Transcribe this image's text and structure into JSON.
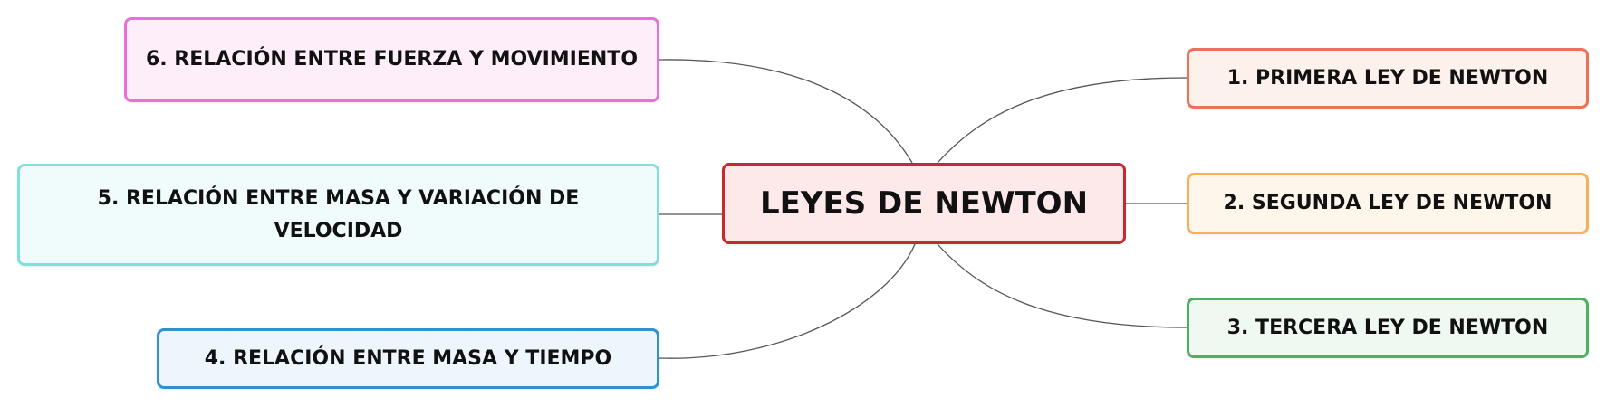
{
  "diagram": {
    "center": {
      "label": "LEYES DE NEWTON",
      "border": "#c8282f",
      "fill": "#fde9e9"
    },
    "nodes": [
      {
        "id": "primera",
        "label": "1. PRIMERA LEY DE NEWTON",
        "border": "#e8735a",
        "fill": "#fdf1ec"
      },
      {
        "id": "segunda",
        "label": "2. SEGUNDA LEY DE NEWTON",
        "border": "#f3b15c",
        "fill": "#fef6ea"
      },
      {
        "id": "tercera",
        "label": "3. TERCERA LEY DE NEWTON",
        "border": "#4caf63",
        "fill": "#eff8f1"
      },
      {
        "id": "masa-tiempo",
        "label": "4. RELACIÓN ENTRE MASA Y TIEMPO",
        "border": "#2f90d2",
        "fill": "#eef6fd"
      },
      {
        "id": "masa-velocidad",
        "label": "5. RELACIÓN ENTRE MASA Y VARIACIÓN DE VELOCIDAD",
        "border": "#7fe0dd",
        "fill": "#effcfb"
      },
      {
        "id": "fuerza-movimiento",
        "label": "6. RELACIÓN ENTRE FUERZA Y MOVIMIENTO",
        "border": "#ea6fd6",
        "fill": "#fdeefa"
      }
    ],
    "connector_color": "#555555"
  }
}
